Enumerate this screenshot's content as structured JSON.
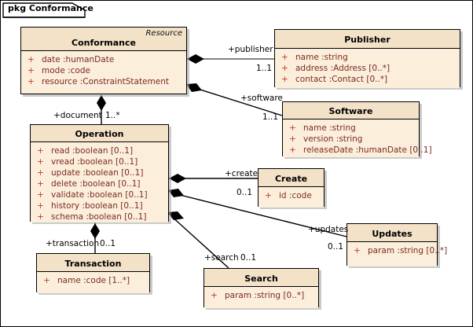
{
  "diagram": {
    "package_label": "pkg Conformance",
    "type": "uml-class-diagram",
    "colors": {
      "class_header": "#f3e2c7",
      "class_body": "#fbeedb",
      "border": "#000000",
      "attribute_text": "#7b2b20",
      "visibility_marker": "#c0392b"
    }
  },
  "classes": [
    {
      "id": "conformance",
      "name": "Conformance",
      "stereotype": "Resource",
      "attributes": [
        {
          "visibility": "+",
          "text": "date  :humanDate"
        },
        {
          "visibility": "+",
          "text": "mode  :code"
        },
        {
          "visibility": "+",
          "text": "resource  :ConstraintStatement"
        }
      ]
    },
    {
      "id": "publisher",
      "name": "Publisher",
      "stereotype": "",
      "attributes": [
        {
          "visibility": "+",
          "text": "name  :string"
        },
        {
          "visibility": "+",
          "text": "address  :Address [0..*]"
        },
        {
          "visibility": "+",
          "text": "contact  :Contact [0..*]"
        }
      ]
    },
    {
      "id": "software",
      "name": "Software",
      "stereotype": "",
      "attributes": [
        {
          "visibility": "+",
          "text": "name  :string"
        },
        {
          "visibility": "+",
          "text": "version  :string"
        },
        {
          "visibility": "+",
          "text": "releaseDate  :humanDate [0..1]"
        }
      ]
    },
    {
      "id": "operation",
      "name": "Operation",
      "stereotype": "",
      "attributes": [
        {
          "visibility": "+",
          "text": "read  :boolean [0..1]"
        },
        {
          "visibility": "+",
          "text": "vread  :boolean [0..1]"
        },
        {
          "visibility": "+",
          "text": "update  :boolean [0..1]"
        },
        {
          "visibility": "+",
          "text": "delete  :boolean [0..1]"
        },
        {
          "visibility": "+",
          "text": "validate  :boolean [0..1]"
        },
        {
          "visibility": "+",
          "text": "history  :boolean [0..1]"
        },
        {
          "visibility": "+",
          "text": "schema  :boolean [0..1]"
        }
      ]
    },
    {
      "id": "create",
      "name": "Create",
      "stereotype": "",
      "attributes": [
        {
          "visibility": "+",
          "text": "id  :code"
        }
      ]
    },
    {
      "id": "updates",
      "name": "Updates",
      "stereotype": "",
      "attributes": [
        {
          "visibility": "+",
          "text": "param  :string [0..*]"
        }
      ]
    },
    {
      "id": "search",
      "name": "Search",
      "stereotype": "",
      "attributes": [
        {
          "visibility": "+",
          "text": "param  :string [0..*]"
        }
      ]
    },
    {
      "id": "transaction",
      "name": "Transaction",
      "stereotype": "",
      "attributes": [
        {
          "visibility": "+",
          "text": "name  :code [1..*]"
        }
      ]
    }
  ],
  "associations": [
    {
      "id": "publisher",
      "role": "+publisher",
      "multiplicity": "1..1",
      "from": "conformance",
      "to": "publisher",
      "kind": "composition"
    },
    {
      "id": "software",
      "role": "+software",
      "multiplicity": "1..1",
      "from": "conformance",
      "to": "software",
      "kind": "composition"
    },
    {
      "id": "document",
      "role": "+document",
      "multiplicity": "1..*",
      "from": "conformance",
      "to": "operation",
      "kind": "composition"
    },
    {
      "id": "create",
      "role": "+create",
      "multiplicity": "0..1",
      "from": "operation",
      "to": "create",
      "kind": "composition"
    },
    {
      "id": "updates",
      "role": "+updates",
      "multiplicity": "0..1",
      "from": "operation",
      "to": "updates",
      "kind": "composition"
    },
    {
      "id": "search",
      "role": "+search",
      "multiplicity": "0..1",
      "from": "operation",
      "to": "search",
      "kind": "composition"
    },
    {
      "id": "transaction",
      "role": "+transaction",
      "multiplicity": "0..1",
      "from": "operation",
      "to": "transaction",
      "kind": "composition"
    }
  ]
}
